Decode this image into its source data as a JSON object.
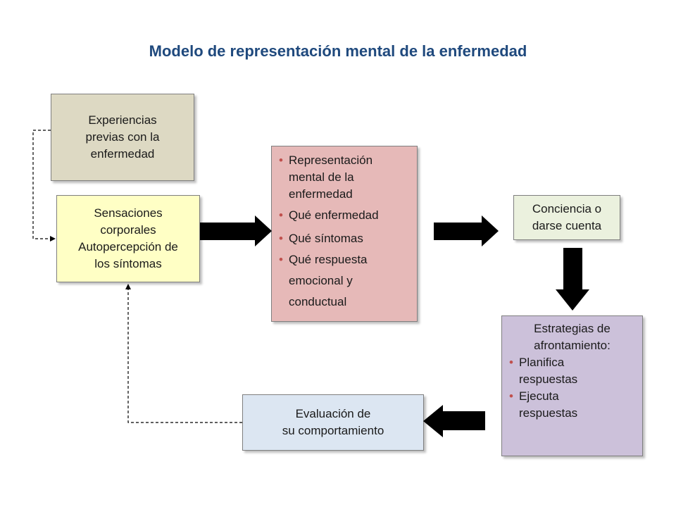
{
  "title": "Modelo de representación mental de la enfermedad",
  "boxes": {
    "experiencias": [
      "Experiencias",
      "previas con la",
      "enfermedad"
    ],
    "sensaciones": [
      "Sensaciones",
      "corporales",
      "Autopercepción de",
      "los síntomas"
    ],
    "representacion": [
      [
        "Representación",
        "mental de la",
        "enfermedad"
      ],
      [
        "Qué enfermedad"
      ],
      [
        "Qué síntomas"
      ],
      [
        "Qué respuesta",
        "emocional y",
        "conductual"
      ]
    ],
    "conciencia": [
      "Conciencia o",
      "darse cuenta"
    ],
    "estrategias": {
      "header": [
        "Estrategias de",
        "afrontamiento:"
      ],
      "items": [
        [
          "Planifica",
          "respuestas"
        ],
        [
          "Ejecuta",
          "respuestas"
        ]
      ]
    },
    "evaluacion": [
      "Evaluación de",
      "su comportamiento"
    ]
  },
  "colors": {
    "title": "#1f497d",
    "experiencias": "#ddd9c3",
    "sensaciones": "#ffffc5",
    "representacion": "#e6b9b8",
    "conciencia": "#ebf1de",
    "estrategias": "#ccc1da",
    "evaluacion": "#dce6f2",
    "bullet": "#c0504d",
    "arrow": "#000000"
  }
}
